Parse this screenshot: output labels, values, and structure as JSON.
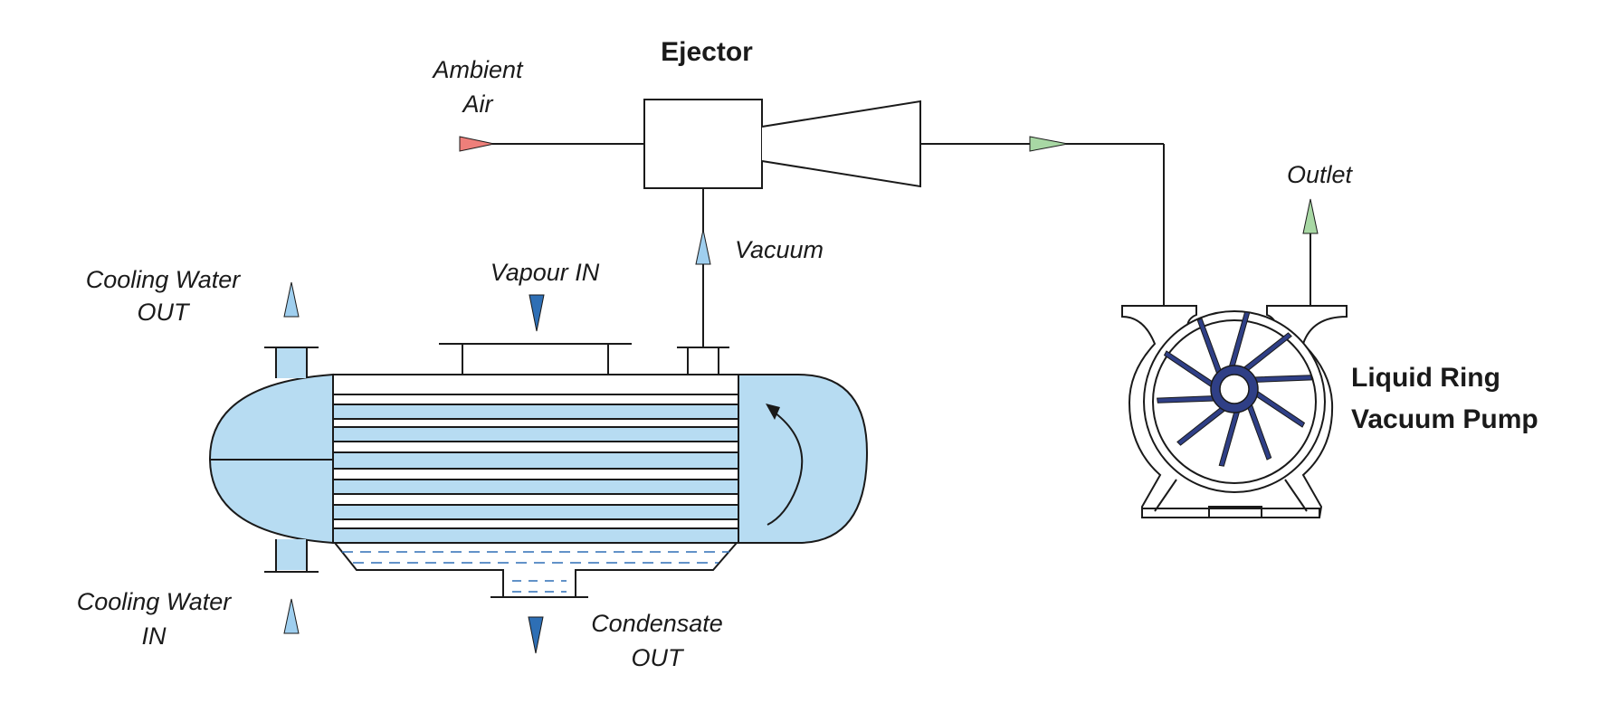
{
  "labels": {
    "ejector": "Ejector",
    "ambient_air_1": "Ambient",
    "ambient_air_2": "Air",
    "vacuum": "Vacuum",
    "vapour_in": "Vapour IN",
    "cooling_water_out_1": "Cooling Water",
    "cooling_water_out_2": "OUT",
    "cooling_water_in_1": "Cooling Water",
    "cooling_water_in_2": "IN",
    "condensate_out_1": "Condensate",
    "condensate_out_2": "OUT",
    "outlet": "Outlet",
    "pump_1": "Liquid Ring",
    "pump_2": "Vacuum Pump"
  },
  "colors": {
    "water": "#b7dcf2",
    "arrow_light_blue": "#9fcfef",
    "arrow_dark_blue": "#2e6fb5",
    "arrow_red": "#ee7f7a",
    "arrow_green": "#a8d8a4",
    "impeller": "#2f3f86",
    "line": "#1a1a1a"
  }
}
